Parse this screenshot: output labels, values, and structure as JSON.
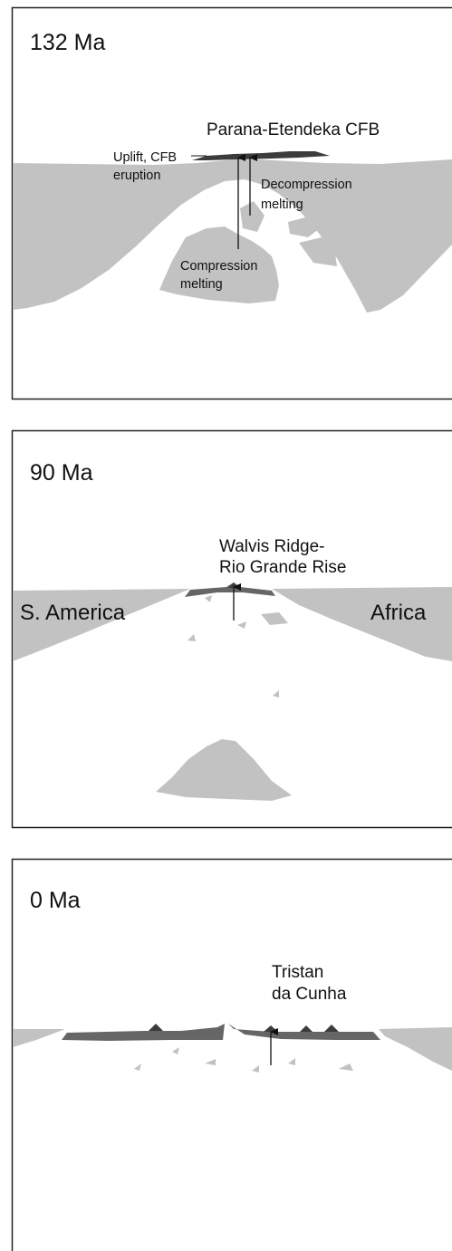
{
  "colors": {
    "lithosphere": "#c2c2c2",
    "basalt": "#666666",
    "cfb_dark": "#3c3c3c",
    "frame": "#222222",
    "arrow": "#111111"
  },
  "panels": [
    {
      "age": "132 Ma",
      "title": "Parana-Etendeka CFB",
      "uplift_line1": "Uplift, CFB",
      "uplift_line2": "eruption",
      "decomp_line1": "Decompression",
      "decomp_line2": "melting",
      "comp_line1": "Compression",
      "comp_line2": "melting"
    },
    {
      "age": "90 Ma",
      "ridge_line1": "Walvis Ridge-",
      "ridge_line2": "Rio Grande Rise",
      "left_continent": "S. America",
      "right_continent": "Africa"
    },
    {
      "age": "0 Ma",
      "island_line1": "Tristan",
      "island_line2": "da Cunha"
    }
  ]
}
